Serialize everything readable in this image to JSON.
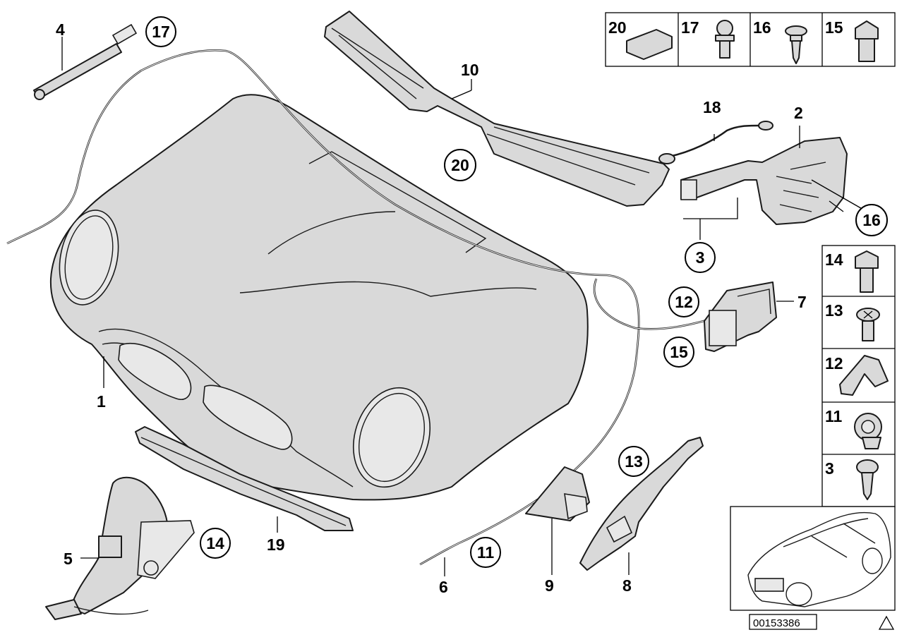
{
  "labels": {
    "l1": "1",
    "l2": "2",
    "l3": "3",
    "l4": "4",
    "l5": "5",
    "l6": "6",
    "l7": "7",
    "l8": "8",
    "l9": "9",
    "l10": "10",
    "l11": "11",
    "l12": "12",
    "l13": "13",
    "l14": "14",
    "l15": "15",
    "l16": "16",
    "l17": "17",
    "l18": "18",
    "l19": "19",
    "l20": "20"
  },
  "top_legend": [
    "20",
    "17",
    "16",
    "15"
  ],
  "side_legend": [
    "14",
    "13",
    "12",
    "11",
    "3"
  ],
  "reference_number": "00153386"
}
